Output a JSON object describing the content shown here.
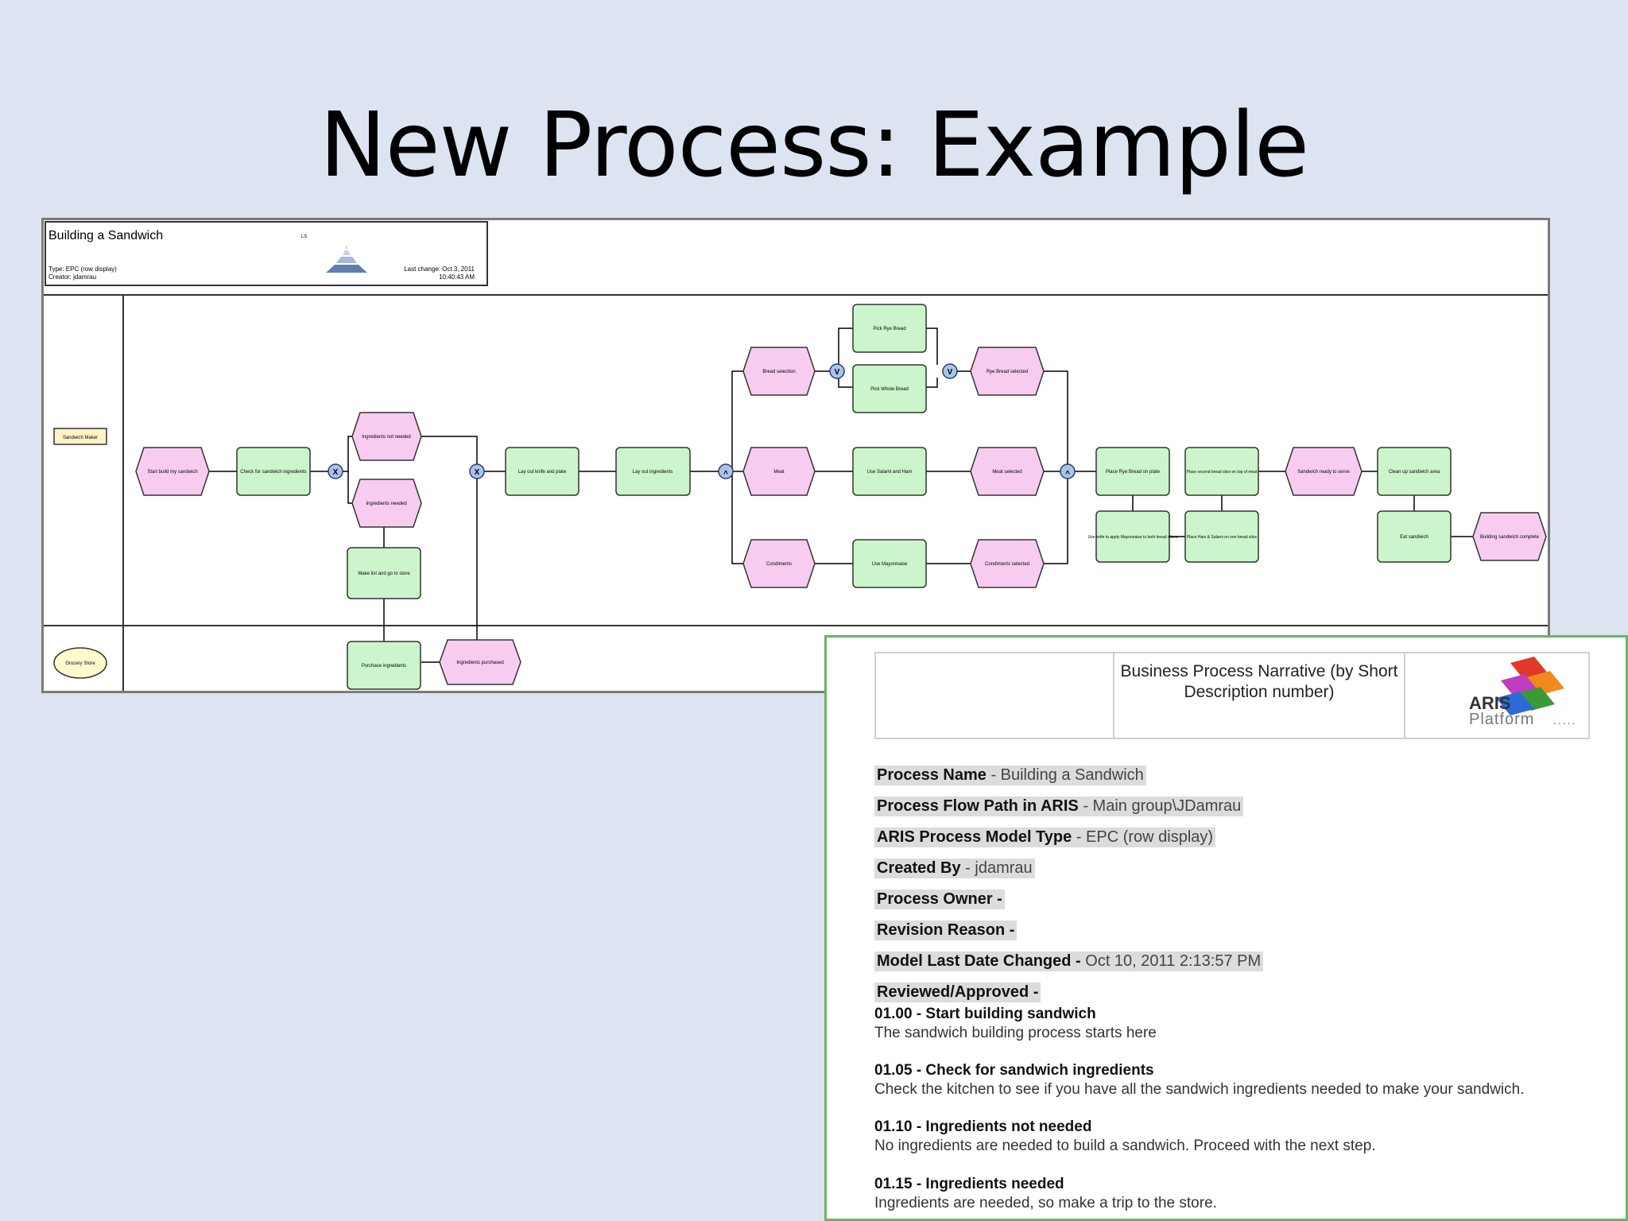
{
  "slide": {
    "title": "New Process: Example"
  },
  "diagram": {
    "header": {
      "title": "Building a Sandwich",
      "type_line": "Type: EPC (row display)",
      "creator_line": "Creator: jdamrau",
      "last_change_line1": "Last change: Oct 3, 2011",
      "last_change_line2": "10:40:43 AM"
    },
    "lanes": {
      "sandwich_maker": "Sandwich Maker",
      "grocery_store": "Grocery Store"
    },
    "events": {
      "start_build": "Start build my sandwich",
      "ingredients_not_needed": "Ingredients not needed",
      "ingredients_needed": "Ingredients needed",
      "ingredients_purchased": "Ingredients purchased",
      "bread_selection": "Bread selection",
      "meat": "Meat",
      "condiments": "Condiments",
      "rye_bread_selected": "Rye Bread selected",
      "meat_selected": "Meat selected",
      "condiments_selected": "Condiments selected",
      "sandwich_ready": "Sandwich ready to serve",
      "building_complete": "Building sandwich complete"
    },
    "functions": {
      "check_ingredients": "Check for sandwich ingredients",
      "make_list": "Make list and go to store",
      "purchase_ingredients": "Purchase ingredients",
      "lay_knife_plate": "Lay out knife and plate",
      "lay_ingredients": "Lay out ingredients",
      "pick_rye": "Pick Rye Bread",
      "pick_wholewheat": "Pick Whole Bread",
      "use_salami_ham": "Use Salami and Ham",
      "use_mayo": "Use Mayonnaise",
      "place_rye_plate": "Place Rye Bread on plate",
      "use_knife_mayo": "Use knife to apply Mayonnaise to both bread slices",
      "place_second_slice": "Place second bread slice on top of meat",
      "place_ham_salami": "Place Ham & Salami on one bread slice",
      "clean_area": "Clean up sandwich area",
      "eat_sandwich": "Eat sandwich"
    },
    "connectors": {
      "xor": "X",
      "or": "V",
      "and": "^"
    }
  },
  "narrative": {
    "header": {
      "title": "Business Process Narrative (by Short Description number)",
      "logo_brand": "ARIS",
      "logo_sub": "Platform",
      "logo_dots": "....."
    },
    "fields": [
      {
        "label": "Process Name",
        "value": "- Building a Sandwich"
      },
      {
        "label": "Process Flow Path in ARIS",
        "value": "- Main group\\JDamrau"
      },
      {
        "label": "ARIS Process Model Type",
        "value": "- EPC (row display)"
      },
      {
        "label": "Created By",
        "value": "- jdamrau"
      },
      {
        "label": "Process Owner -",
        "value": ""
      },
      {
        "label": "Revision Reason -",
        "value": ""
      },
      {
        "label": "Model Last Date Changed -",
        "value": "Oct 10, 2011 2:13:57 PM"
      },
      {
        "label": "Reviewed/Approved -",
        "value": ""
      }
    ],
    "steps": [
      {
        "title": "01.00 - Start building sandwich",
        "desc": "The sandwich building process starts here"
      },
      {
        "title": "01.05 - Check for sandwich ingredients",
        "desc": "Check the kitchen to see if you have all the sandwich ingredients needed to make your sandwich."
      },
      {
        "title": "01.10 - Ingredients not needed",
        "desc": "No ingredients are needed to build a sandwich. Proceed with the next step."
      },
      {
        "title": "01.15 - Ingredients needed",
        "desc": "Ingredients are needed, so make a trip to the store."
      }
    ]
  }
}
